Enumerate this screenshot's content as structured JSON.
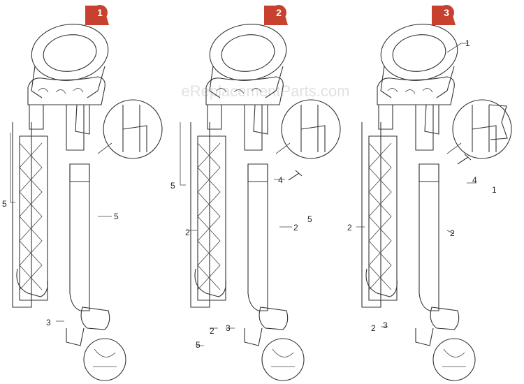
{
  "watermark": "eReplacementParts.com",
  "panels": [
    {
      "step": "1",
      "callouts": [
        "5",
        "5",
        "3"
      ]
    },
    {
      "step": "2",
      "callouts": [
        "5",
        "4",
        "2",
        "2",
        "5",
        "5",
        "2",
        "3"
      ]
    },
    {
      "step": "3",
      "callouts": [
        "1",
        "4",
        "1",
        "2",
        "2",
        "2",
        "3"
      ]
    }
  ],
  "colors": {
    "badge": "#c8402e",
    "line": "#333333",
    "lattice": "#555555"
  }
}
